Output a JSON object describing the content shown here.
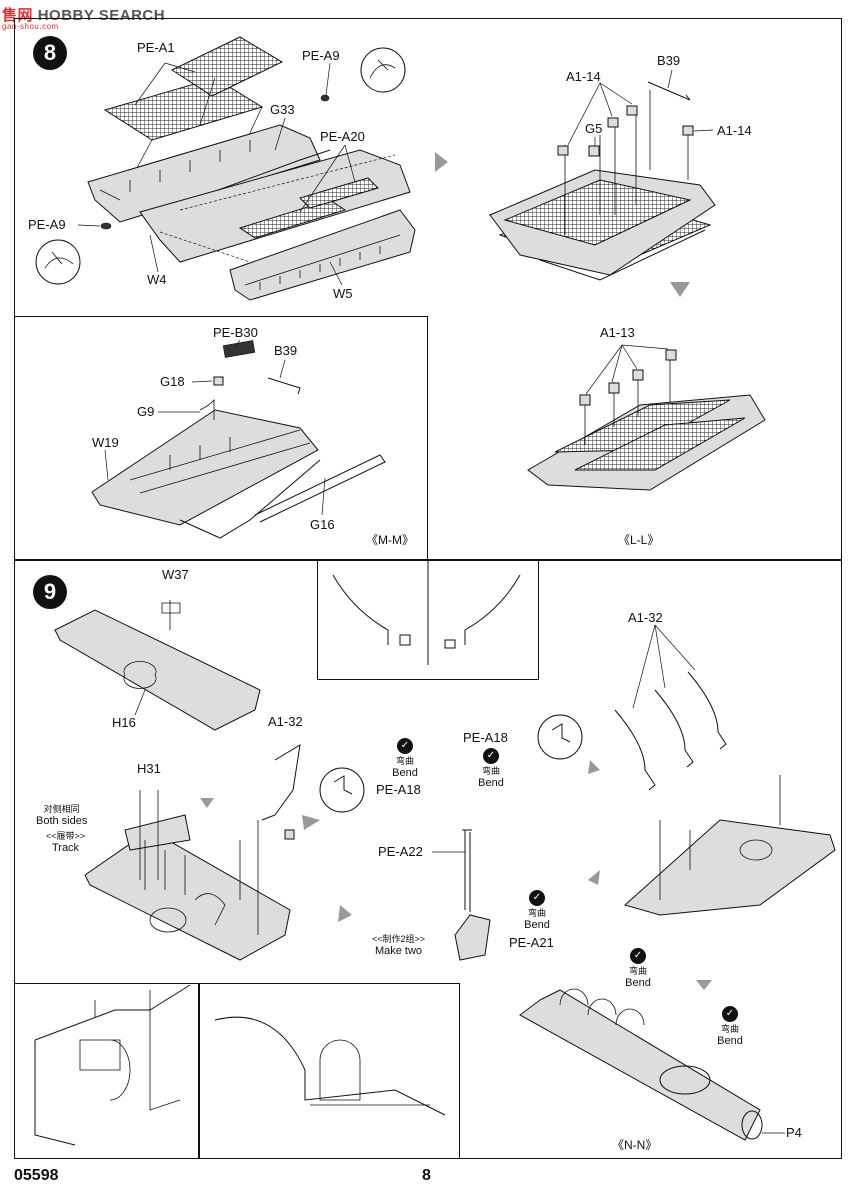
{
  "watermark": {
    "brand": "HOBBY SEARCH",
    "logo": "售网",
    "site": "gan-shou.com"
  },
  "step8": {
    "number": "8",
    "labels": {
      "pe_a1": "PE-A1",
      "pe_a9_top": "PE-A9",
      "g33": "G33",
      "pe_a20": "PE-A20",
      "pe_a9_left": "PE-A9",
      "w4": "W4",
      "w5": "W5",
      "a1_14_left": "A1-14",
      "b39_top": "B39",
      "g5": "G5",
      "a1_14_right": "A1-14",
      "a1_13": "A1-13",
      "pe_b30": "PE-B30",
      "b39_mm": "B39",
      "g18": "G18",
      "g9": "G9",
      "w19": "W19",
      "g16": "G16"
    },
    "captions": {
      "mm": "《M-M》",
      "ll": "《L-L》"
    }
  },
  "step9": {
    "number": "9",
    "labels": {
      "w37": "W37",
      "h16": "H16",
      "a1_32_mid": "A1-32",
      "h31": "H31",
      "pe_a18_left": "PE-A18",
      "pe_a18_right": "PE-A18",
      "a1_32_right": "A1-32",
      "pe_a22": "PE-A22",
      "pe_a21": "PE-A21",
      "p4": "P4"
    },
    "both_sides": {
      "cn": "对侧相同",
      "en": "Both sides"
    },
    "track": {
      "cn": "<<履带>>",
      "en": "Track"
    },
    "make_two": {
      "cn": "<<制作2组>>",
      "en": "Make two"
    },
    "bend_notes": [
      {
        "cn": "弯曲",
        "en": "Bend"
      },
      {
        "cn": "弯曲",
        "en": "Bend"
      },
      {
        "cn": "弯曲",
        "en": "Bend"
      },
      {
        "cn": "弯曲",
        "en": "Bend"
      },
      {
        "cn": "弯曲",
        "en": "Bend"
      }
    ],
    "caption_nn": "《N-N》"
  },
  "footer": {
    "code": "05598",
    "page": "8"
  }
}
